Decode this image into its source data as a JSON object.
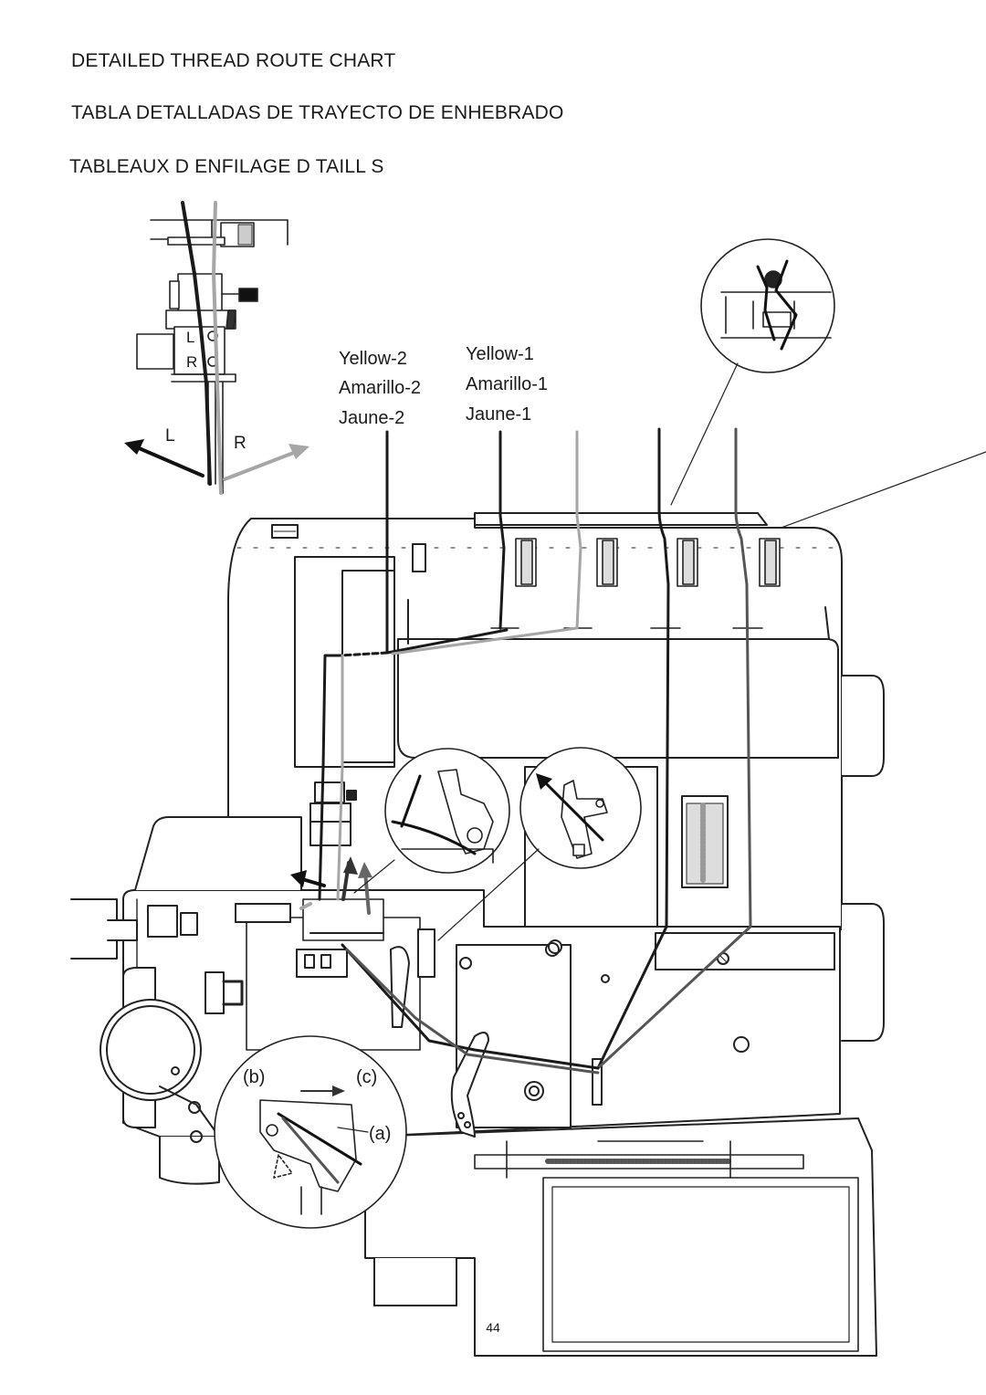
{
  "titles": {
    "en": "DETAILED THREAD  ROUTE CHART",
    "es": "TABLA DETALLADAS DE TRAYECTO DE ENHEBRADO",
    "fr": "TABLEAUX D ENFILAGE D TAILL S"
  },
  "thread_labels": {
    "left": [
      "Yellow-2",
      "Amarillo-2",
      "Jaune-2"
    ],
    "right": [
      "Yellow-1",
      "Amarillo-1",
      "Jaune-1"
    ]
  },
  "needle_labels": {
    "left": "L",
    "right": "R",
    "small_left": "L",
    "small_right": "R"
  },
  "detail_labels": {
    "b": "(b)",
    "c": "(c)",
    "a": "(a)"
  },
  "page_number": "44",
  "colors": {
    "thread_dark": "#1a1a1a",
    "thread_gray": "#a6a6a6",
    "thread_mid": "#555555",
    "line": "#222222"
  }
}
